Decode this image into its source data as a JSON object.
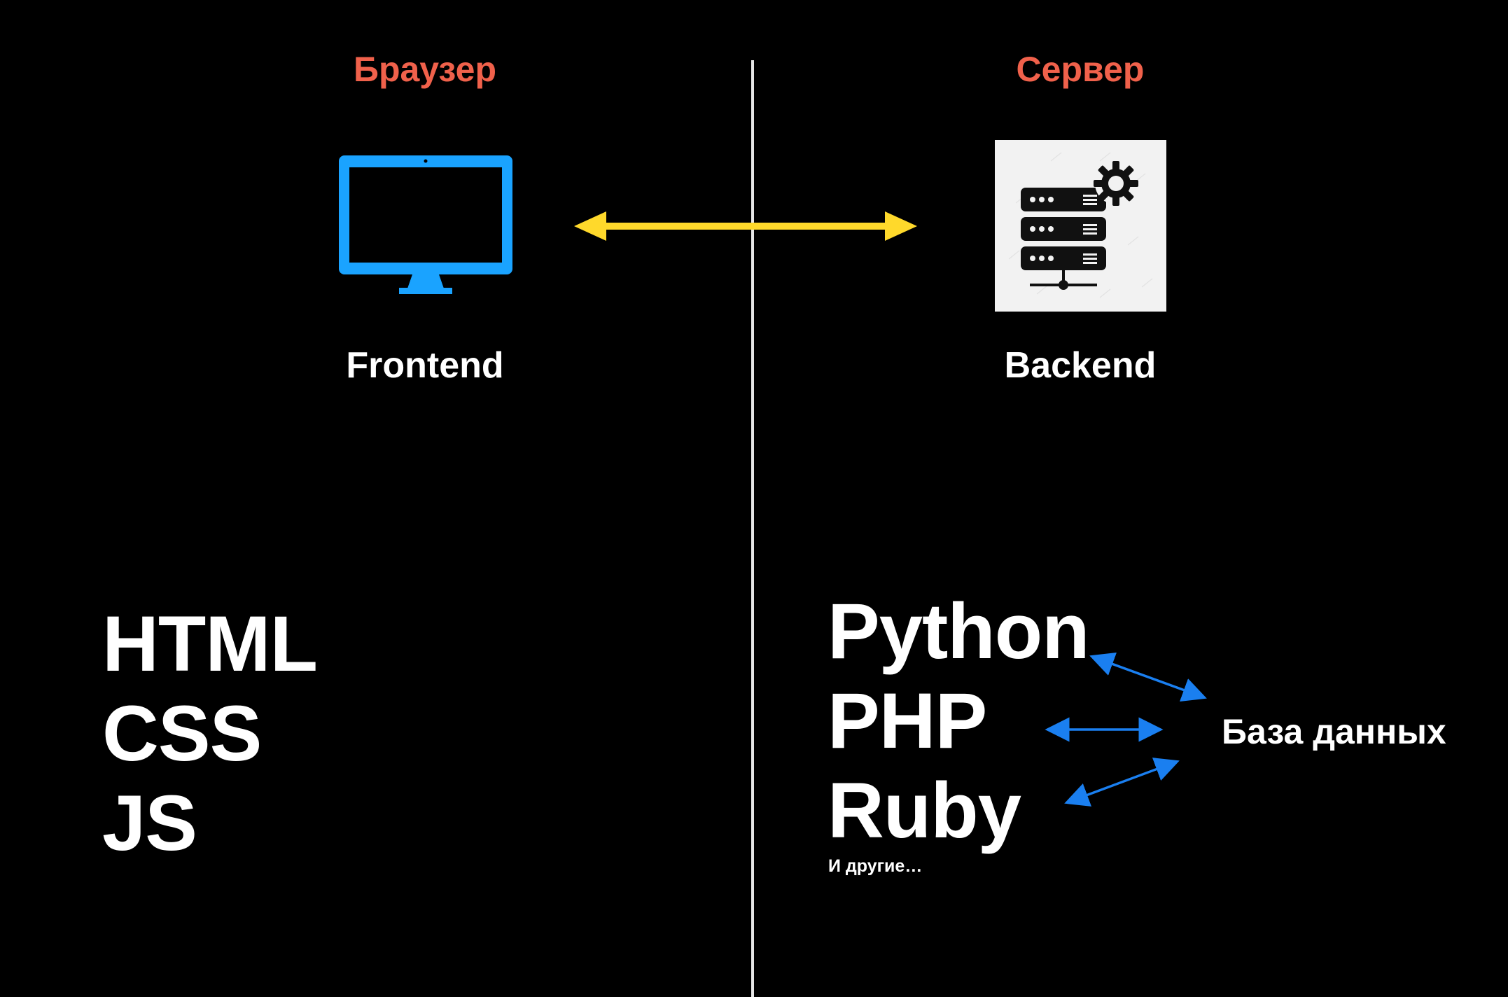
{
  "colors": {
    "background": "#000000",
    "section_title": "#f0614b",
    "text": "#ffffff",
    "divider": "#e6e6e6",
    "main_arrow": "#ffd92b",
    "db_arrow": "#1a7ff0",
    "monitor": "#1aa3ff",
    "server_bg": "#f2f2f2"
  },
  "browser": {
    "title": "Браузер",
    "icon": "monitor-icon",
    "label": "Frontend",
    "technologies": [
      "HTML",
      "CSS",
      "JS"
    ]
  },
  "server": {
    "title": "Сервер",
    "icon": "server-gear-icon",
    "label": "Backend",
    "technologies": [
      "Python",
      "PHP",
      "Ruby"
    ],
    "more": "И другие…"
  },
  "database": {
    "label": "База данных"
  }
}
